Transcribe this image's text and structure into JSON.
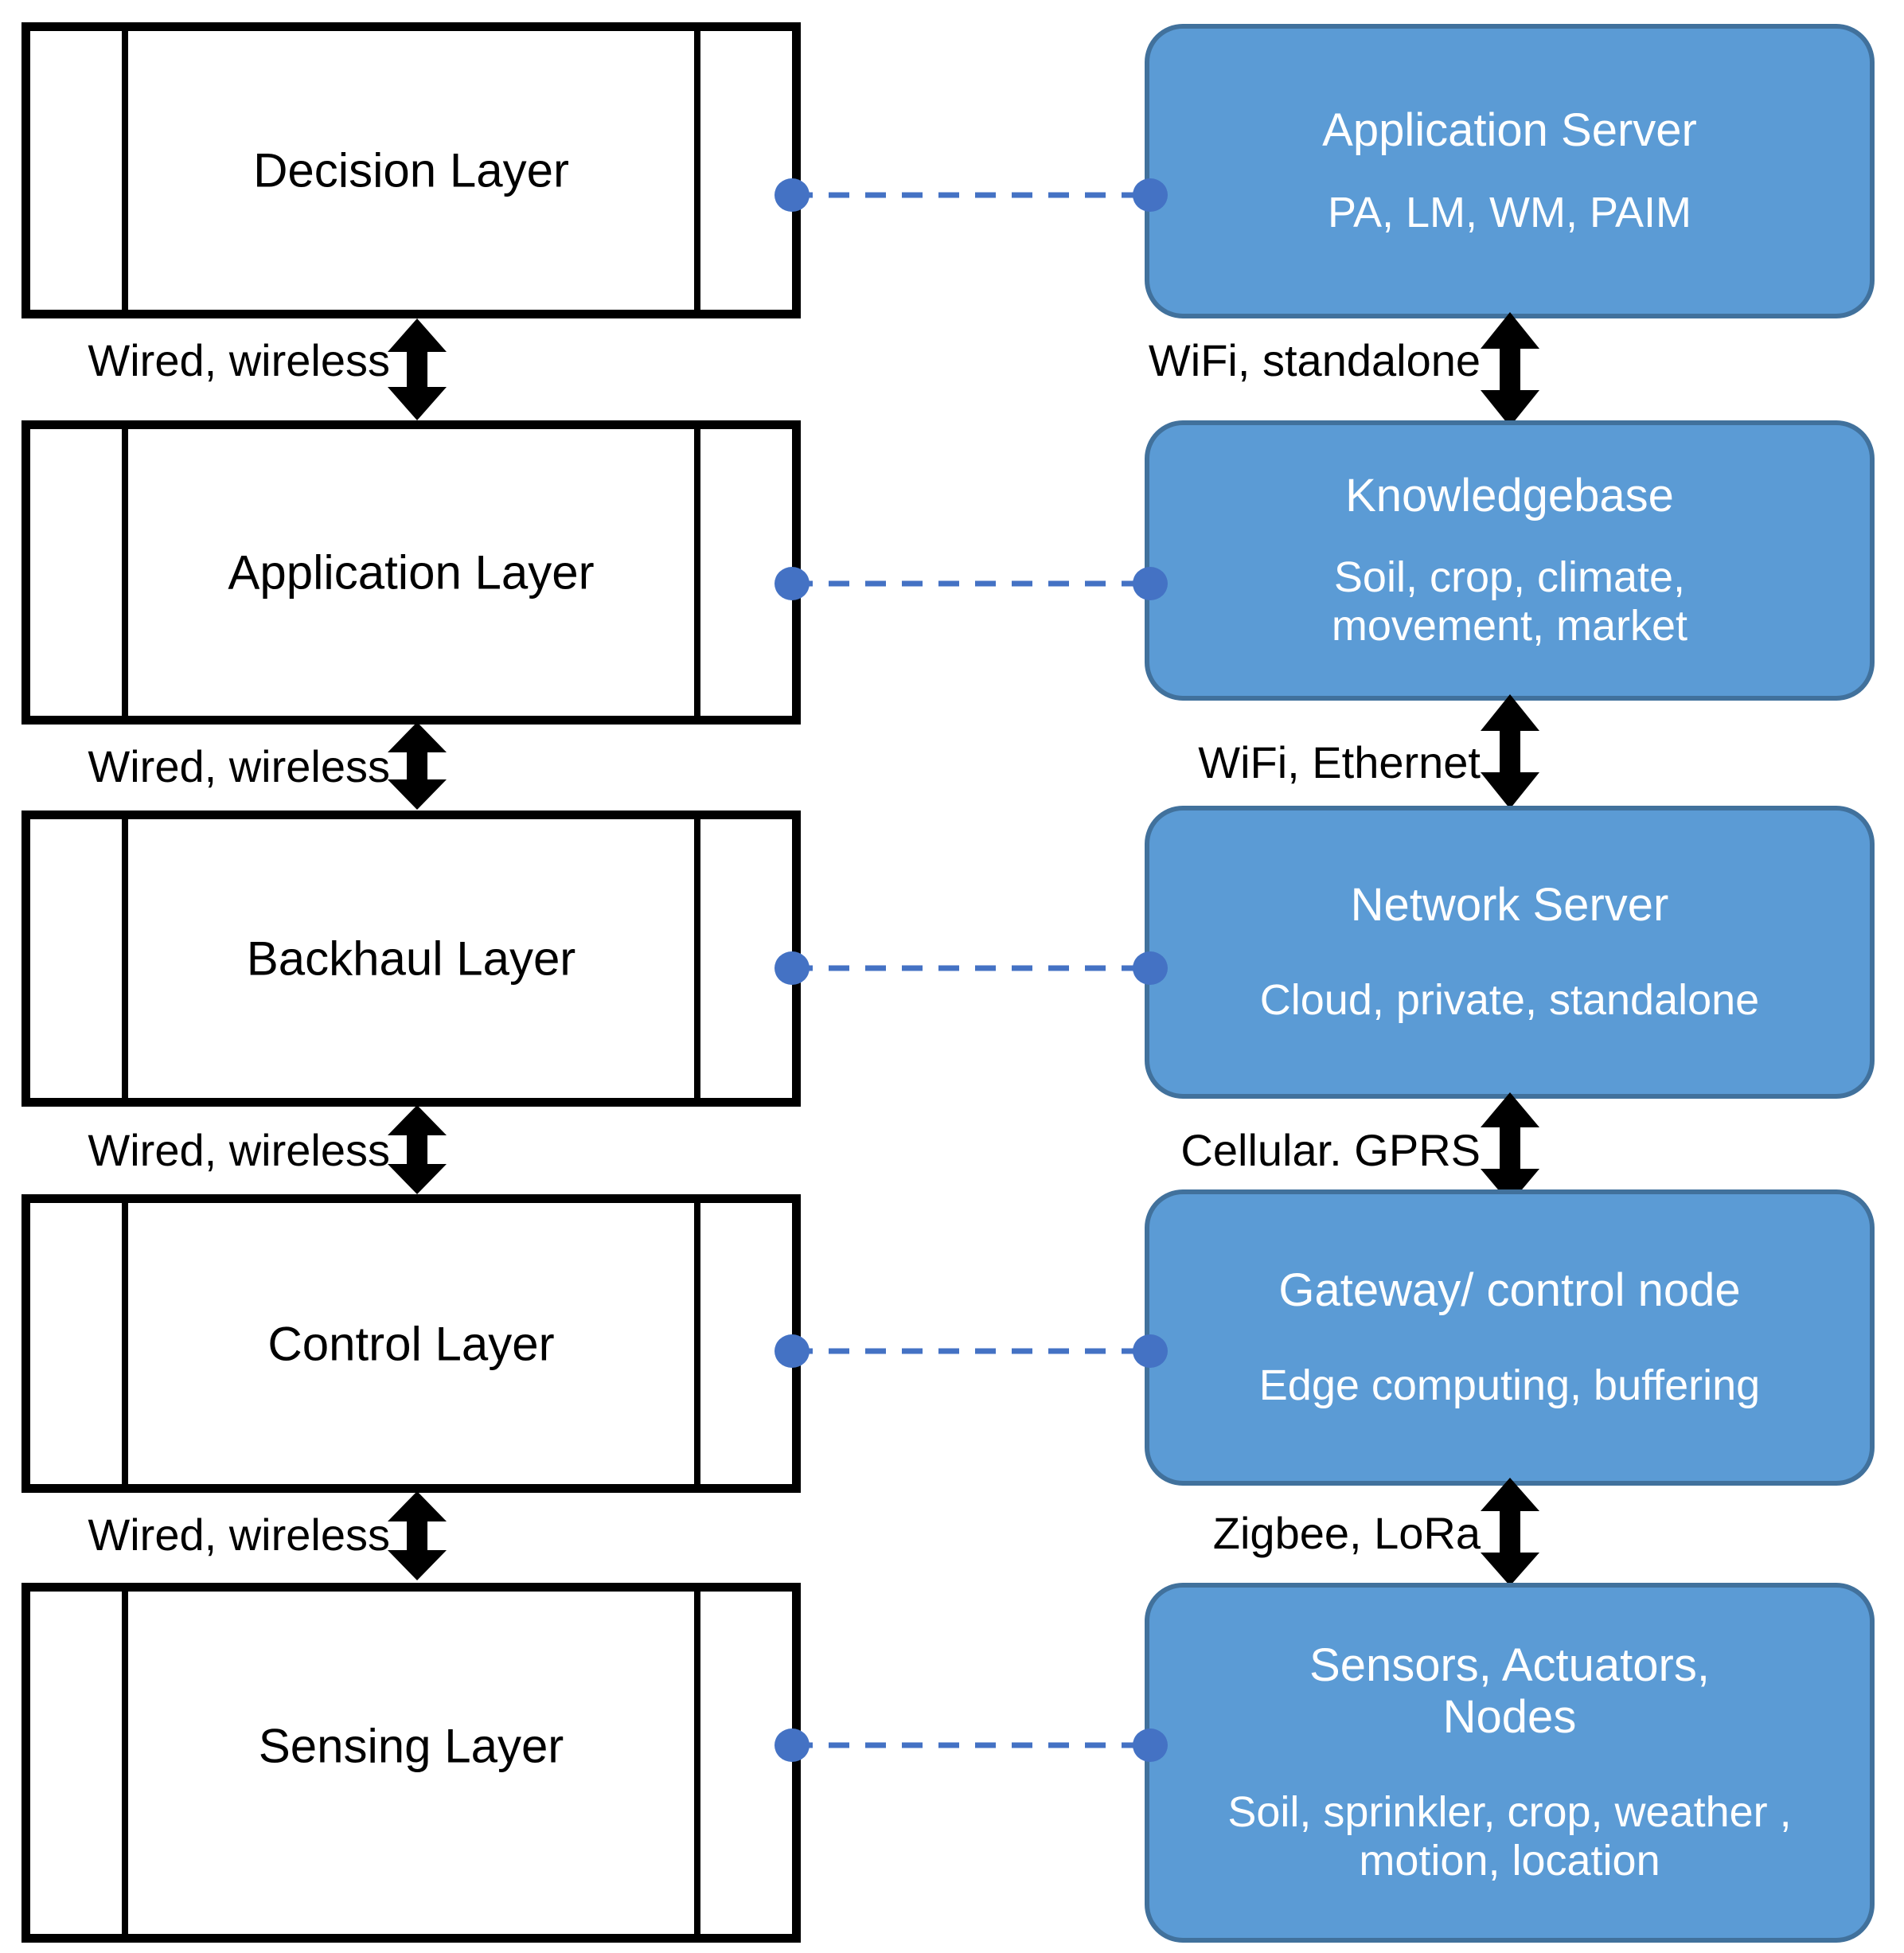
{
  "diagram": {
    "title": "IoT layered architecture for smart agriculture",
    "colors": {
      "node_fill": "#5B9BD5",
      "node_border": "#41719C",
      "connector": "#4472C4",
      "layer_border": "#000000",
      "node_text": "#FFFFFF",
      "layer_text": "#000000"
    }
  },
  "layers": [
    {
      "id": "decision",
      "label": "Decision  Layer"
    },
    {
      "id": "application",
      "label": "Application  Layer"
    },
    {
      "id": "backhaul",
      "label": "Backhaul Layer"
    },
    {
      "id": "control",
      "label": "Control Layer"
    },
    {
      "id": "sensing",
      "label": "Sensing Layer"
    }
  ],
  "nodes": [
    {
      "id": "application-server",
      "title": "Application Server",
      "subtitle": "PA, LM, WM, PAIM"
    },
    {
      "id": "knowledgebase",
      "title": "Knowledgebase",
      "subtitle": "Soil, crop, climate,\nmovement, market"
    },
    {
      "id": "network-server",
      "title": "Network Server",
      "subtitle": "Cloud, private, standalone"
    },
    {
      "id": "gateway",
      "title": "Gateway/ control node",
      "subtitle": "Edge computing, buffering"
    },
    {
      "id": "sensors",
      "title": "Sensors, Actuators,\nNodes",
      "subtitle": "Soil, sprinkler, crop, weather ,\nmotion, location"
    }
  ],
  "layer_links": [
    {
      "id": "decision-application",
      "label": "Wired, wireless"
    },
    {
      "id": "application-backhaul",
      "label": "Wired, wireless"
    },
    {
      "id": "backhaul-control",
      "label": "Wired, wireless"
    },
    {
      "id": "control-sensing",
      "label": "Wired, wireless"
    }
  ],
  "node_links": [
    {
      "id": "appserver-knowledgebase",
      "label": "WiFi, standalone"
    },
    {
      "id": "knowledgebase-network",
      "label": "WiFi, Ethernet"
    },
    {
      "id": "network-gateway",
      "label": "Cellular.  GPRS"
    },
    {
      "id": "gateway-sensors",
      "label": "Zigbee, LoRa"
    }
  ],
  "mappings": [
    {
      "id": "decision-to-appserver",
      "from": "decision",
      "to": "application-server"
    },
    {
      "id": "application-to-knowledgebase",
      "from": "application",
      "to": "knowledgebase"
    },
    {
      "id": "backhaul-to-network",
      "from": "backhaul",
      "to": "network-server"
    },
    {
      "id": "control-to-gateway",
      "from": "control",
      "to": "gateway"
    },
    {
      "id": "sensing-to-sensors",
      "from": "sensing",
      "to": "sensors"
    }
  ]
}
